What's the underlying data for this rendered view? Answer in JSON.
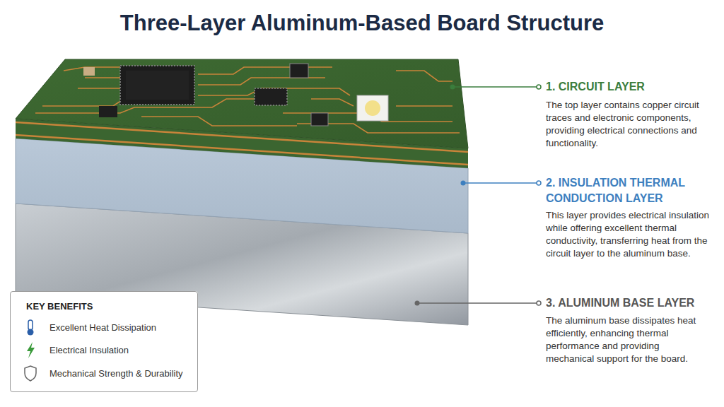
{
  "diagram": {
    "title": "Three-Layer Aluminum-Based Board Structure",
    "nodes": [
      {
        "text": [
          "KEY BENEFITS",
          "Excellent Heat Dissipation",
          "Electrical Insulation",
          "Mechanical Strength & Durability"
        ]
      }
    ],
    "labels": [
      "1. CIRCUIT LAYER",
      "The top layer contains copper circuit traces and electronic components, providing electrical connections and functionality.",
      "2. INSULATION THERMAL CONDUCTION LAYER",
      "This layer provides electrical insulation while offering excellent thermal conductivity, transferring heat from the circuit layer to the aluminum base.",
      "3. ALUMINUM BASE LAYER",
      "The aluminum base dissipates heat efficiently, enhancing thermal performance and providing mechanical support for the board."
    ]
  }
}
